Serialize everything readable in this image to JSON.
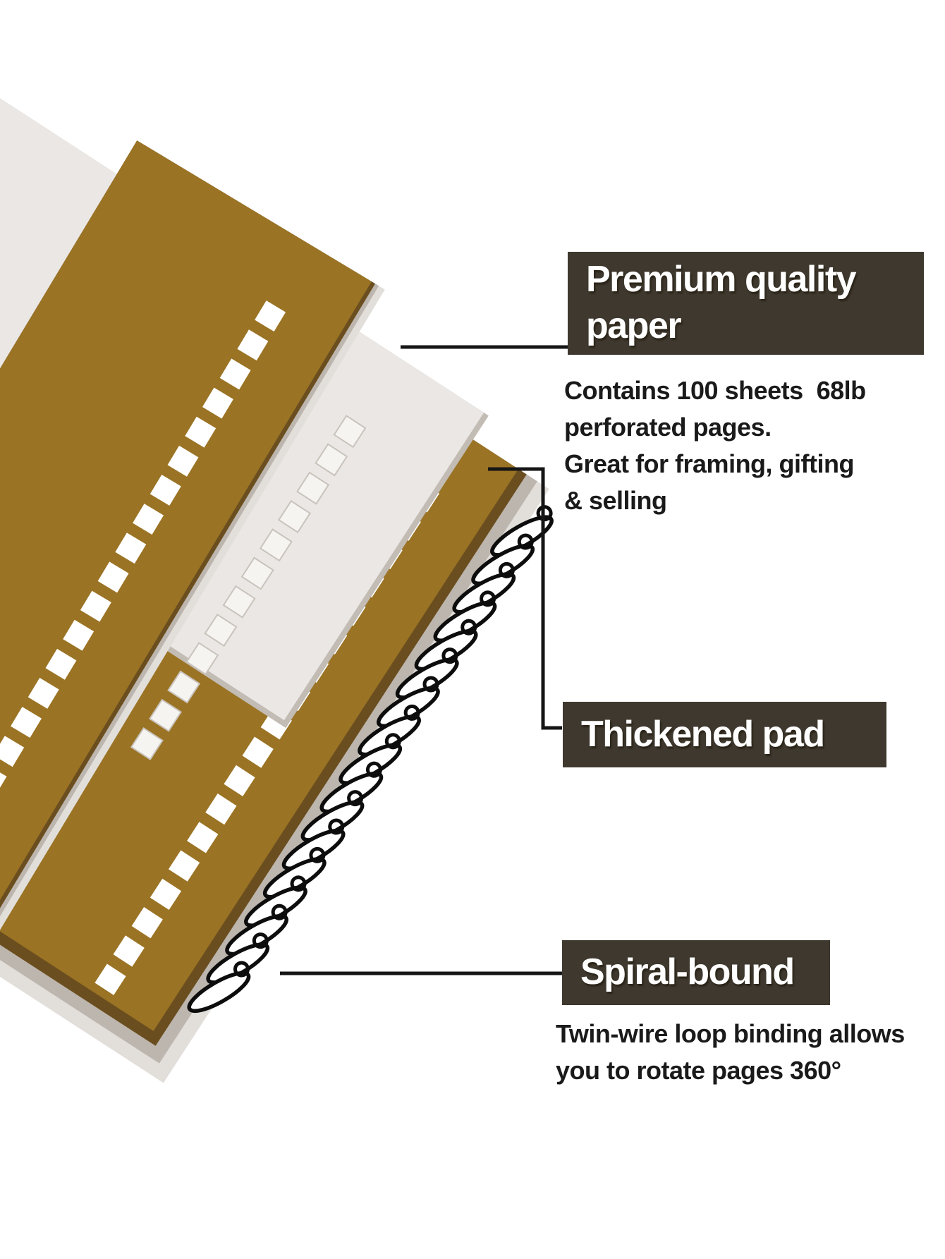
{
  "page": {
    "background": "#FFFFFF"
  },
  "colors": {
    "cover_brown": "#9A7324",
    "pad_edge_brown": "#6B4E1F",
    "paper_edge_gray": "#BDB6AE",
    "paper_shadow_gray": "#E2DEDA",
    "sheet_gray": "#EAE7E4",
    "sheet_edge_gray": "#C2BCB5",
    "sheet_hole_fill": "#F6F4F1",
    "sheet_hole_stroke": "#C9C3BC",
    "hole_white": "#FFFFFF",
    "label_bg": "#3E382E",
    "label_text": "#FFFFFF",
    "body_text": "#1A1A1A",
    "callout_line": "#151515",
    "coil_wire": "#0D0D0D"
  },
  "callouts": [
    {
      "id": "premium-quality-paper",
      "title": "Premium quality paper",
      "title_lines": [
        "Premium quality",
        "paper"
      ],
      "description_lines": [
        "Contains 100 sheets  68lb",
        "perforated pages.",
        "Great for framing, gifting",
        "& selling"
      ]
    },
    {
      "id": "thickened-pad",
      "title": "Thickened pad",
      "title_lines": [
        "Thickened pad"
      ],
      "description_lines": []
    },
    {
      "id": "spiral-bound",
      "title": "Spiral-bound",
      "title_lines": [
        "Spiral-bound"
      ],
      "description_lines": [
        "Twin-wire loop binding allows",
        "you to rotate pages 360°"
      ]
    }
  ],
  "illustration": {
    "parts": [
      "top-cover-sheet",
      "white-inner-sheet",
      "bottom-thick-pad",
      "perforation-holes",
      "twin-wire-spiral-coil"
    ]
  }
}
